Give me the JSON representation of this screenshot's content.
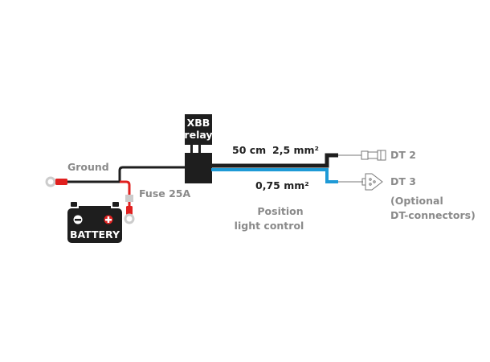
{
  "labels": {
    "ground": "Ground",
    "fuse": "Fuse 25A",
    "battery": "BATTERY",
    "relay_line1": "XBB",
    "relay_line2": "relay",
    "length": "50 cm",
    "main_gauge": "2,5 mm²",
    "signal_gauge": "0,75 mm²",
    "position_line1": "Position",
    "position_line2": "light control",
    "dt2": "DT 2",
    "dt3": "DT 3",
    "optional_line1": "(Optional",
    "optional_line2": "DT-connectors)"
  },
  "colors": {
    "wire_black": "#1e1e1e",
    "wire_red": "#e0201f",
    "wire_blue": "#1e9ad6",
    "label_grey": "#8a8a8a"
  }
}
